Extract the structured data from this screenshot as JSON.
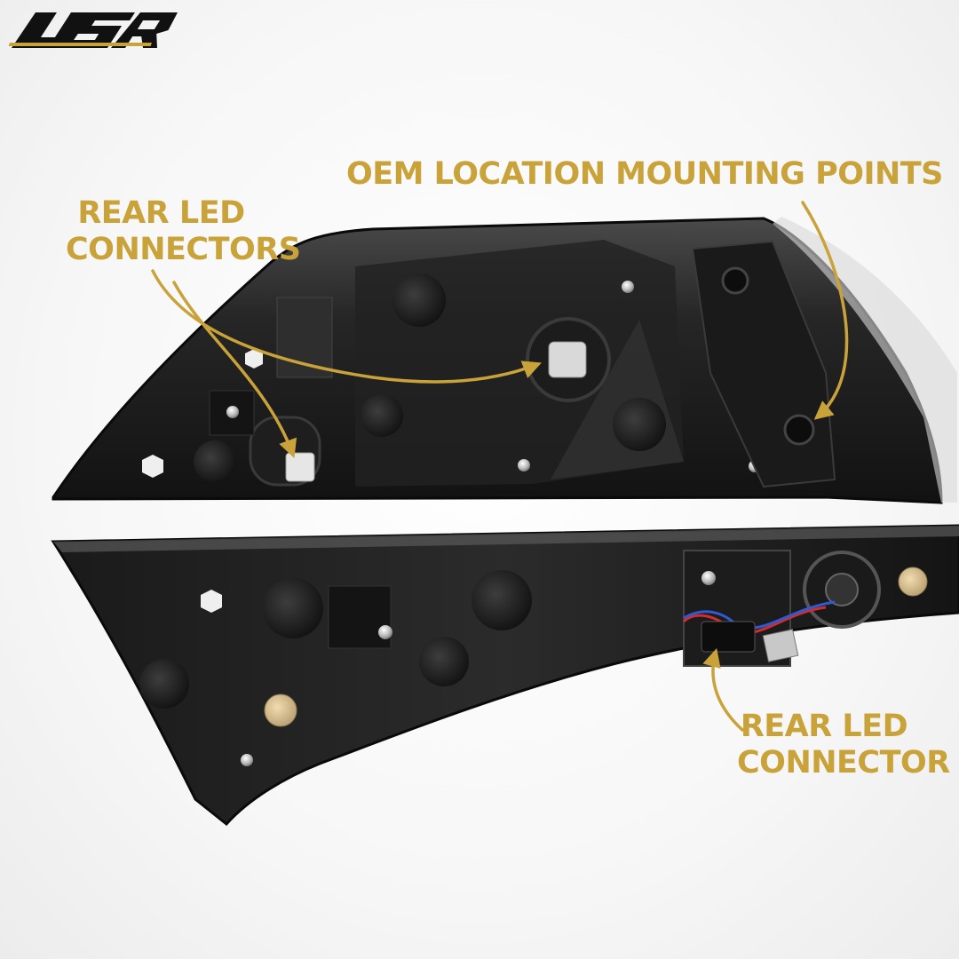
{
  "brand": {
    "logo_text": "USR"
  },
  "colors": {
    "accent": "#c9a33a",
    "lamp_body": "#1b1b1b",
    "lamp_body_light": "#3a3a3a"
  },
  "annotations": {
    "oem_mounting": {
      "line1": "OEM LOCATION MOUNTING POINTS"
    },
    "rear_led_connectors": {
      "line1": "REAR LED",
      "line2": "CONNECTORS"
    },
    "rear_led_connector": {
      "line1": "REAR LED",
      "line2": "CONNECTOR"
    }
  }
}
